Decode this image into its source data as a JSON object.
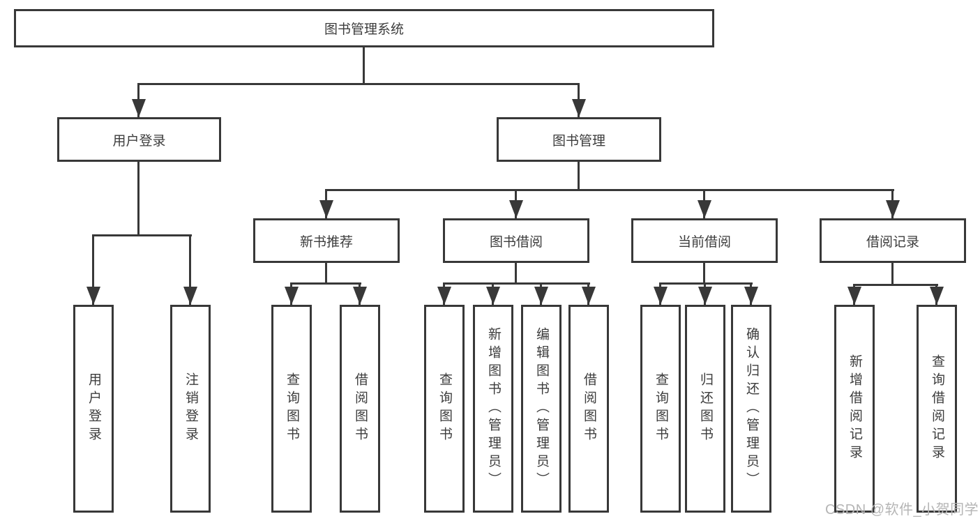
{
  "tree": {
    "root": {
      "label": "图书管理系统",
      "children": [
        {
          "label": "用户登录",
          "children": [
            {
              "label": "用户登录"
            },
            {
              "label": "注销登录"
            }
          ]
        },
        {
          "label": "图书管理",
          "children": [
            {
              "label": "新书推荐",
              "children": [
                {
                  "label": "查询图书"
                },
                {
                  "label": "借阅图书"
                }
              ]
            },
            {
              "label": "图书借阅",
              "children": [
                {
                  "label": "查询图书"
                },
                {
                  "label": "新增图书（管理员）"
                },
                {
                  "label": "编辑图书（管理员）"
                },
                {
                  "label": "借阅图书"
                }
              ]
            },
            {
              "label": "当前借阅",
              "children": [
                {
                  "label": "查询图书"
                },
                {
                  "label": "归还图书"
                },
                {
                  "label": "确认归还（管理员）"
                }
              ]
            },
            {
              "label": "借阅记录",
              "children": [
                {
                  "label": "新增借阅记录"
                },
                {
                  "label": "查询借阅记录"
                }
              ]
            }
          ]
        }
      ]
    }
  },
  "watermark": {
    "text": "CSDN @软件_小贺同学"
  },
  "colors": {
    "line": "#383838",
    "text": "#3c3c3c",
    "watermark": "#b5b5b5",
    "background": "#ffffff"
  }
}
